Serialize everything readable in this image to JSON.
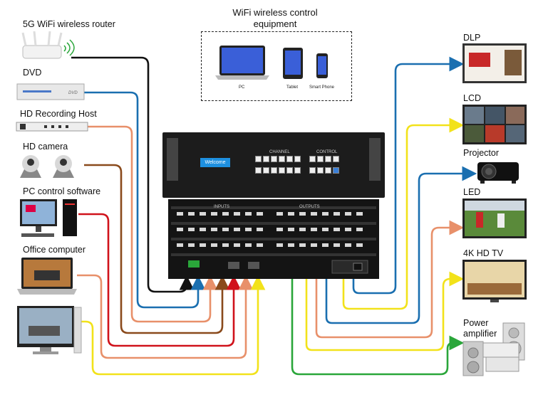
{
  "control": {
    "title_line1": "WiFi wireless control",
    "title_line2": "equipment",
    "devices": [
      "PC",
      "Tablet",
      "Smart Phone"
    ]
  },
  "sources": [
    {
      "label": "5G WiFi wireless router",
      "icon": "router-icon"
    },
    {
      "label": "DVD",
      "icon": "dvd-player-icon"
    },
    {
      "label": "HD Recording Host",
      "icon": "recording-host-icon"
    },
    {
      "label": "HD camera",
      "icon": "camera-icon"
    },
    {
      "label": "PC control software",
      "icon": "desktop-pc-icon"
    },
    {
      "label": "Office computer",
      "icon": "laptop-icon"
    }
  ],
  "outputs": [
    {
      "label": "DLP",
      "icon": "dlp-screen-icon"
    },
    {
      "label": "LCD",
      "icon": "lcd-wall-icon"
    },
    {
      "label": "Projector",
      "icon": "projector-icon"
    },
    {
      "label": "LED",
      "icon": "led-screen-icon"
    },
    {
      "label": "4K HD TV",
      "icon": "tv-icon"
    },
    {
      "label_line1": "Power",
      "label_line2": "amplifier",
      "icon": "amplifier-icon"
    }
  ],
  "switcher": {
    "welcome": "Welcome",
    "channel": "CHANNEL",
    "control": "CONTROL",
    "inputs": "INPUTS",
    "outputs": "OUTPUTS"
  },
  "colors": {
    "black": "#111111",
    "blue": "#1a6fb0",
    "orange": "#e8906a",
    "brown": "#8a4a1c",
    "red": "#d0121b",
    "yellow": "#f2e21a",
    "green": "#2aa63a"
  }
}
